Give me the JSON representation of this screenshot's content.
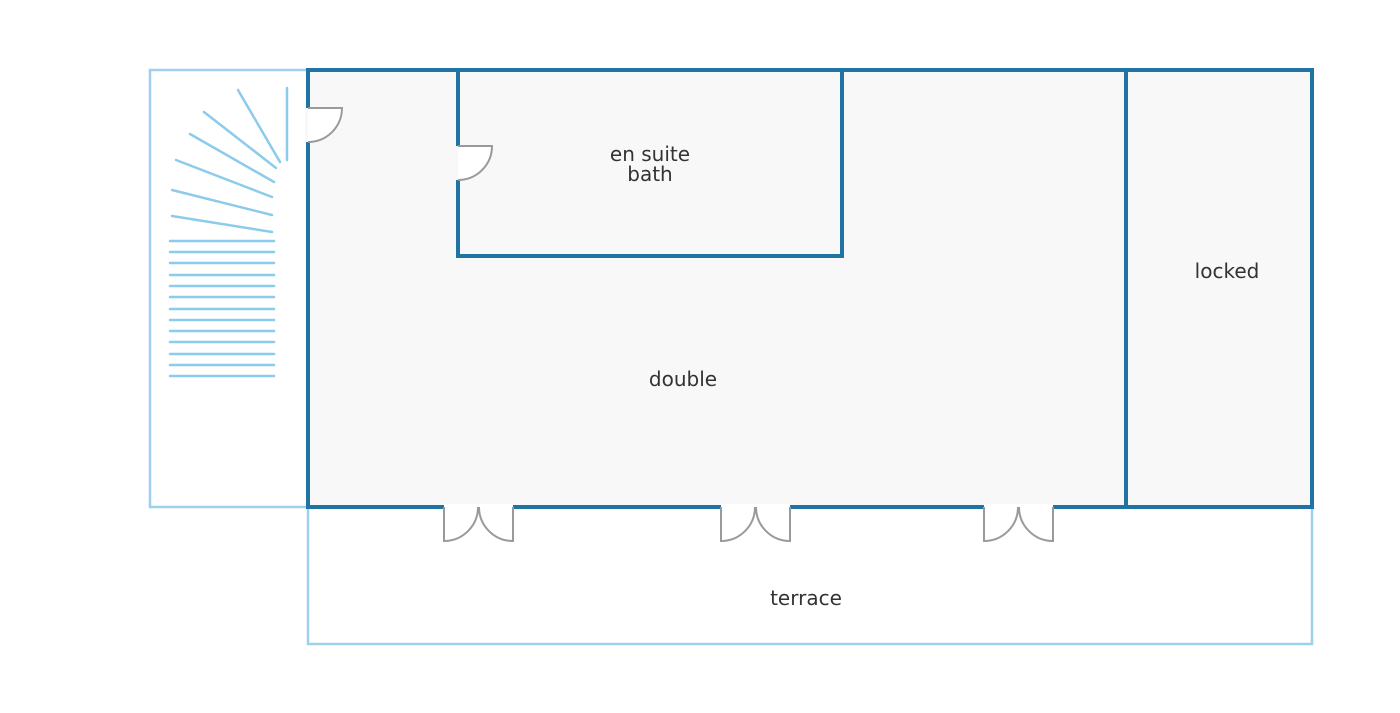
{
  "colors": {
    "wall": "#1f74a3",
    "outline": "#9dd0ea",
    "stair": "#8ccbeb",
    "door": "#9a9a9a",
    "room_fill": "#f8f8f8",
    "background": "#ffffff",
    "label": "#333333"
  },
  "rooms": {
    "ensuite_line1": "en suite",
    "ensuite_line2": "bath",
    "double": "double",
    "locked": "locked",
    "terrace": "terrace"
  }
}
